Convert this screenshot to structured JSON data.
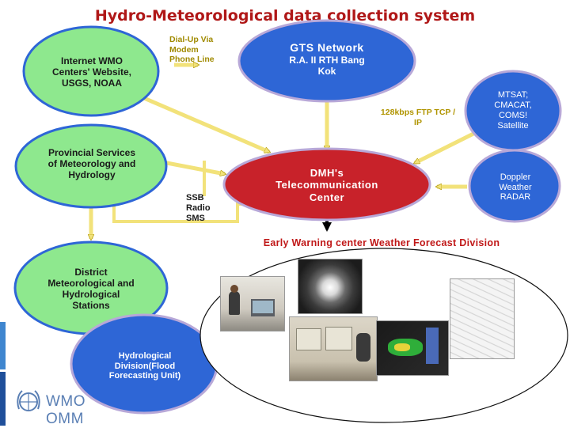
{
  "title": "Hydro-Meteorological data collection system",
  "nodes": {
    "internet": "Internet WMO Centers' Website, USGS, NOAA",
    "dialup": "Dial-Up Via Modem Phone Line",
    "gts_title": "GTS Network",
    "gts_sub": "R.A. II  RTH Bang Kok",
    "bandwidth": "128kbps  FTP TCP / IP",
    "satellite": "MTSAT; CMACAT, COMS! Satellite",
    "provincial": "Provincial Services of Meteorology and Hydrology",
    "ssb": "SSB Radio SMS",
    "dmh": "DMH's Telecommunication Center",
    "radar": "Doppler Weather RADAR",
    "early_warning": "Early Warning center  Weather Forecast Division",
    "district": "District Meteorological and Hydrological Stations",
    "hydro": "Hydrological Division(Flood Forecasting Unit)"
  },
  "logo_text": "WMO OMM",
  "colors": {
    "green_fill": "#8ee88e",
    "blue_fill": "#2e66d6",
    "red_fill": "#c8222a",
    "title_red": "#b01818",
    "olive_text": "#a08a00",
    "arrow_fill": "#f2e27a",
    "arrow_stroke": "#b8a21a"
  }
}
